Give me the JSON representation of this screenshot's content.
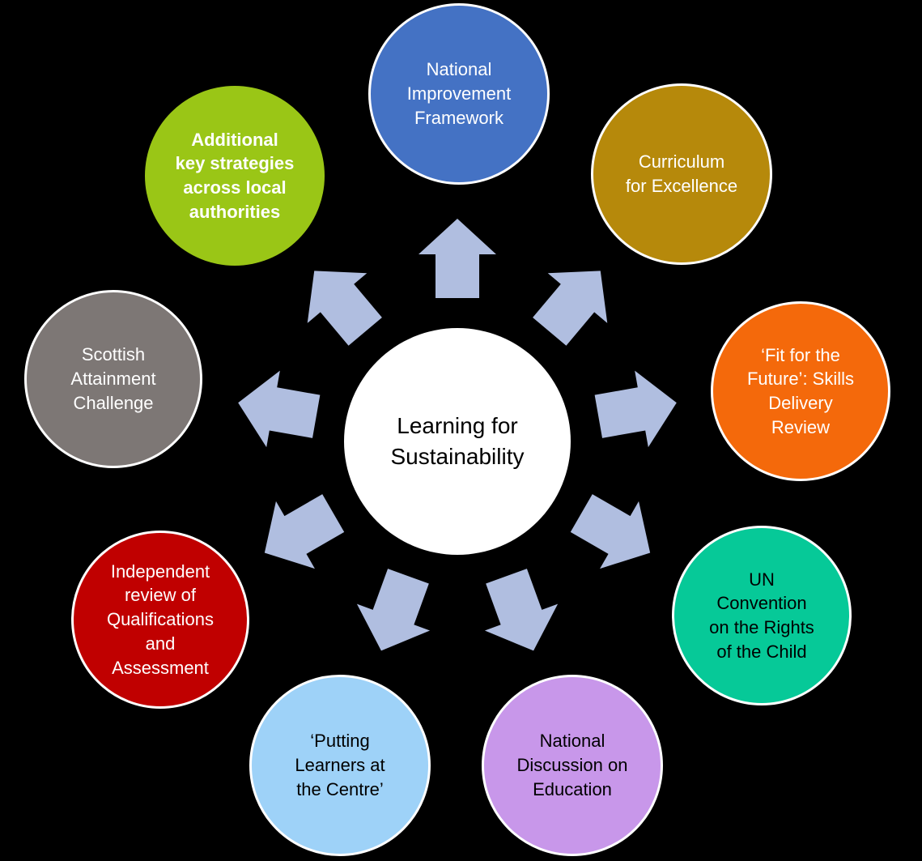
{
  "diagram": {
    "title": "Learning for Sustainability",
    "background": "#000000",
    "arrow_color": "#B0BEE0",
    "center": {
      "label": "Learning for\nSustainability",
      "fill": "#FFFFFF",
      "text_color": "#000000"
    },
    "nodes": [
      {
        "id": "national-improvement-framework",
        "label": "National\nImprovement\nFramework",
        "fill": "#4472C4",
        "text_color": "#FFFFFF",
        "bold": false
      },
      {
        "id": "curriculum-for-excellence",
        "label": "Curriculum\nfor Excellence",
        "fill": "#B6890B",
        "text_color": "#FFFFFF",
        "bold": false
      },
      {
        "id": "fit-for-the-future-skills-delivery-review",
        "label": "‘Fit for the\nFuture’: Skills\nDelivery\nReview",
        "fill": "#F4690B",
        "text_color": "#FFFFFF",
        "bold": false
      },
      {
        "id": "un-convention-rights-of-the-child",
        "label": "UN\nConvention\non the Rights\nof the Child",
        "fill": "#06C998",
        "text_color": "#000000",
        "bold": false
      },
      {
        "id": "national-discussion-on-education",
        "label": "National\nDiscussion on\nEducation",
        "fill": "#C897EA",
        "text_color": "#000000",
        "bold": false
      },
      {
        "id": "putting-learners-at-the-centre",
        "label": "‘Putting\nLearners at\nthe Centre’",
        "fill": "#9ED2F8",
        "text_color": "#000000",
        "bold": false
      },
      {
        "id": "independent-review-qualifications-assessment",
        "label": "Independent\nreview of\nQualifications\nand\nAssessment",
        "fill": "#C00000",
        "text_color": "#FFFFFF",
        "bold": false
      },
      {
        "id": "scottish-attainment-challenge",
        "label": "Scottish\nAttainment\nChallenge",
        "fill": "#7D7775",
        "text_color": "#FFFFFF",
        "bold": false
      },
      {
        "id": "additional-key-strategies",
        "label": "Additional\nkey strategies\nacross local\nauthorities",
        "fill": "#9AC616",
        "text_color": "#FFFFFF",
        "bold": true
      }
    ]
  }
}
